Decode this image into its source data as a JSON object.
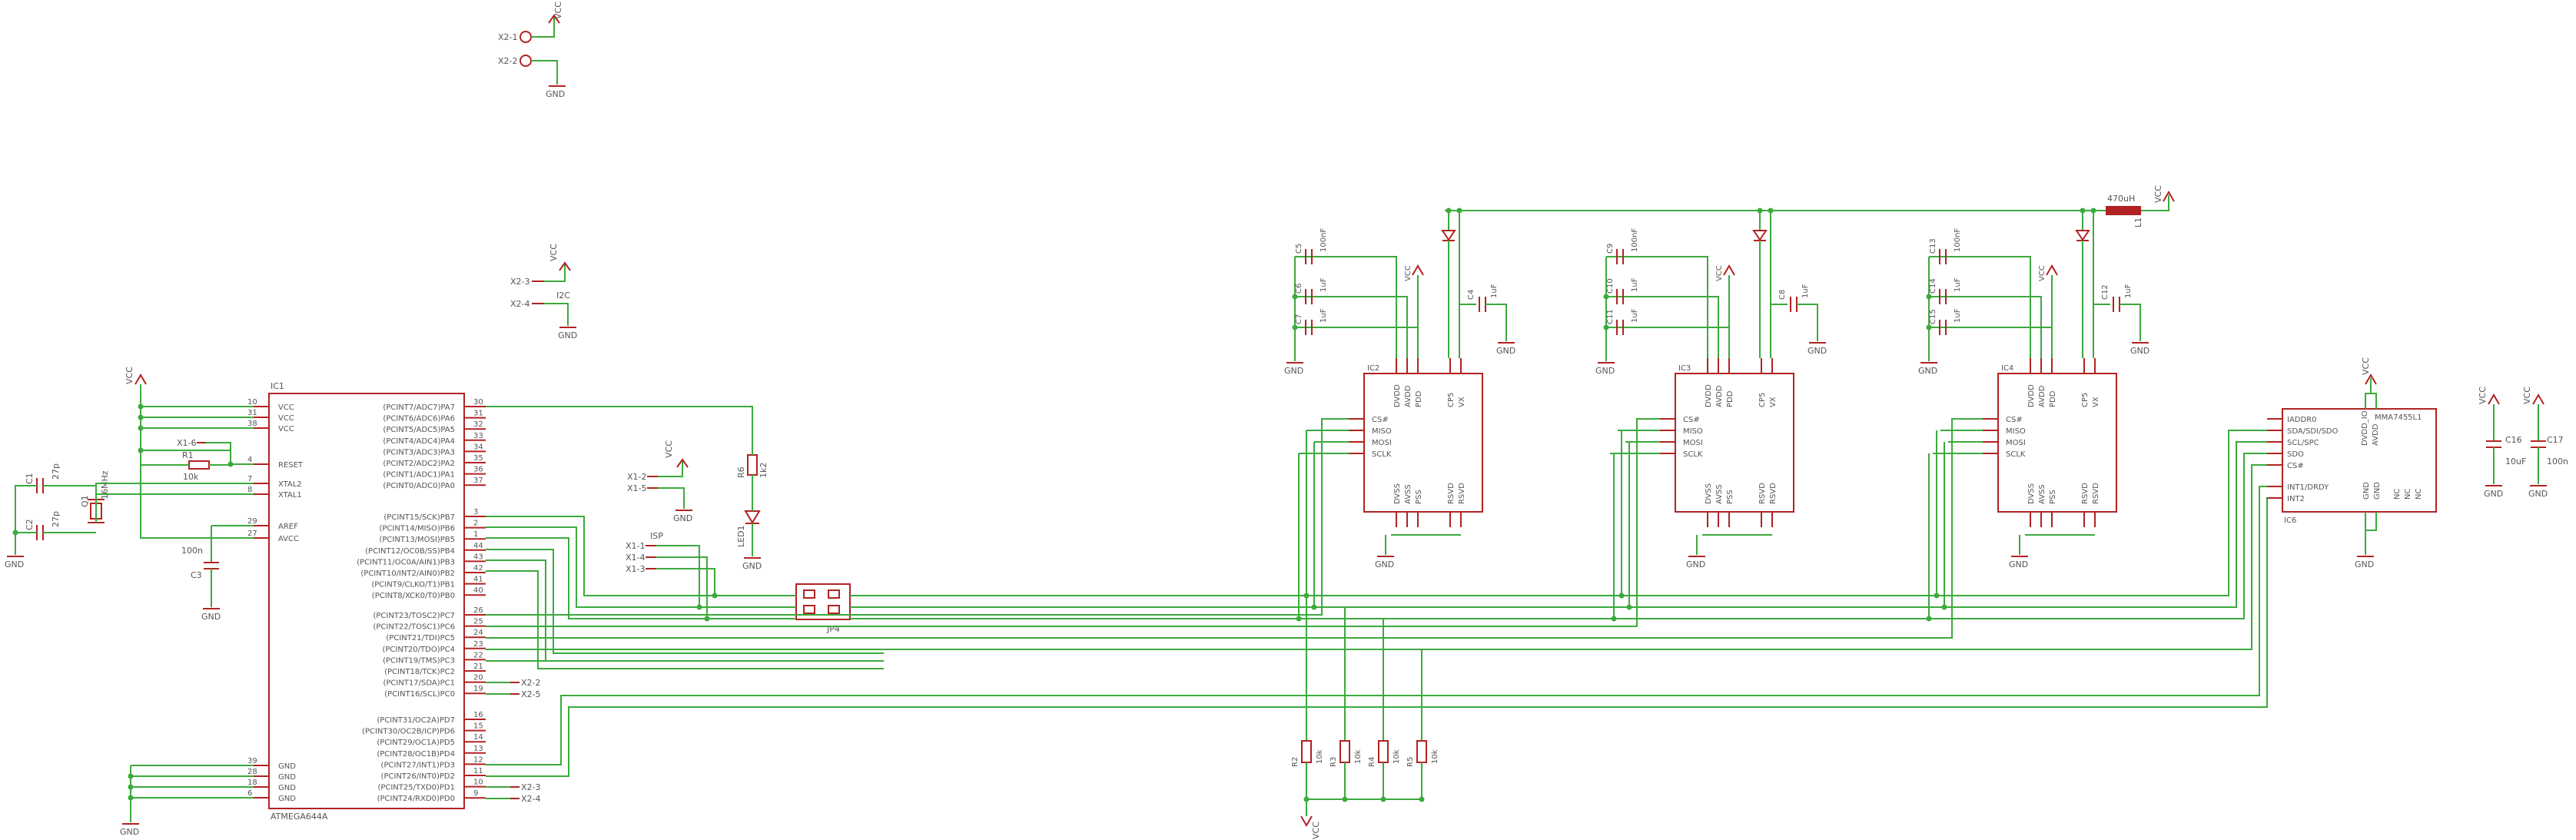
{
  "schematic": {
    "mcu": {
      "ref": "IC1",
      "part": "ATMEGA644A",
      "left_pins": [
        {
          "name": "VCC",
          "num": "10"
        },
        {
          "name": "VCC",
          "num": "31"
        },
        {
          "name": "VCC",
          "num": "38"
        },
        {
          "name": "RESET",
          "num": "4"
        },
        {
          "name": "XTAL2",
          "num": "7"
        },
        {
          "name": "XTAL1",
          "num": "8"
        },
        {
          "name": "AREF",
          "num": "29"
        },
        {
          "name": "AVCC",
          "num": "27"
        },
        {
          "name": "GND",
          "num": "39"
        },
        {
          "name": "GND",
          "num": "28"
        },
        {
          "name": "GND",
          "num": "18"
        },
        {
          "name": "GND",
          "num": "6"
        }
      ],
      "right_pins": [
        {
          "name": "(PCINT7/ADC7)PA7",
          "num": "30"
        },
        {
          "name": "(PCINT6/ADC6)PA6",
          "num": "31"
        },
        {
          "name": "(PCINT5/ADC5)PA5",
          "num": "32"
        },
        {
          "name": "(PCINT4/ADC4)PA4",
          "num": "33"
        },
        {
          "name": "(PCINT3/ADC3)PA3",
          "num": "34"
        },
        {
          "name": "(PCINT2/ADC2)PA2",
          "num": "35"
        },
        {
          "name": "(PCINT1/ADC1)PA1",
          "num": "36"
        },
        {
          "name": "(PCINT0/ADC0)PA0",
          "num": "37"
        },
        {
          "name": "(PCINT15/SCK)PB7",
          "num": "3"
        },
        {
          "name": "(PCINT14/MISO)PB6",
          "num": "2"
        },
        {
          "name": "(PCINT13/MOSI)PB5",
          "num": "1"
        },
        {
          "name": "(PCINT12/OC0B/SS)PB4",
          "num": "44"
        },
        {
          "name": "(PCINT11/OC0A/AIN1)PB3",
          "num": "43"
        },
        {
          "name": "(PCINT10/INT2/AIN0)PB2",
          "num": "42"
        },
        {
          "name": "(PCINT9/CLKO/T1)PB1",
          "num": "41"
        },
        {
          "name": "(PCINT8/XCK0/T0)PB0",
          "num": "40"
        },
        {
          "name": "(PCINT23/TOSC2)PC7",
          "num": "26"
        },
        {
          "name": "(PCINT22/TOSC1)PC6",
          "num": "25"
        },
        {
          "name": "(PCINT21/TDI)PC5",
          "num": "24"
        },
        {
          "name": "(PCINT20/TDO)PC4",
          "num": "23"
        },
        {
          "name": "(PCINT19/TMS)PC3",
          "num": "22"
        },
        {
          "name": "(PCINT18/TCK)PC2",
          "num": "21"
        },
        {
          "name": "(PCINT17/SDA)PC1",
          "num": "20"
        },
        {
          "name": "(PCINT16/SCL)PC0",
          "num": "19"
        },
        {
          "name": "(PCINT31/OC2A)PD7",
          "num": "16"
        },
        {
          "name": "(PCINT30/OC2B/ICP)PD6",
          "num": "15"
        },
        {
          "name": "(PCINT29/OC1A)PD5",
          "num": "14"
        },
        {
          "name": "(PCINT28/OC1B)PD4",
          "num": "13"
        },
        {
          "name": "(PCINT27/INT1)PD3",
          "num": "12"
        },
        {
          "name": "(PCINT26/INT0)PD2",
          "num": "11"
        },
        {
          "name": "(PCINT25/TXD0)PD1",
          "num": "10"
        },
        {
          "name": "(PCINT24/RXD0)PD0",
          "num": "9"
        }
      ],
      "net_labels": [
        "X2-2",
        "X2-5",
        "X2-3",
        "X2-4"
      ]
    },
    "left_parts": {
      "vcc": "VCC",
      "gnd": "GND",
      "c1": "C1",
      "c1_val": "27p",
      "c2": "C2",
      "c2_val": "27p",
      "q1": "Q1",
      "q1_val": "16MHz",
      "r1": "R1",
      "r1_val": "10k",
      "c3": "C3",
      "c3_val": "100n",
      "x1_6": "X1-6"
    },
    "top_conn": {
      "x2_1": "X2-1",
      "x2_2": "X2-2",
      "vcc": "VCC",
      "gnd": "GND"
    },
    "i2c": {
      "x2_3": "X2-3",
      "x2_4": "X2-4",
      "label": "I2C",
      "vcc": "VCC",
      "gnd": "GND"
    },
    "led": {
      "x1_2": "X1-2",
      "x1_5": "X1-5",
      "r": "R6",
      "r_val": "1k2",
      "led": "LED1",
      "vcc": "VCC",
      "gnd": "GND"
    },
    "isp": {
      "label": "ISP",
      "x1_1": "X1-1",
      "x1_4": "X1-4",
      "x1_3": "X1-3",
      "jp": "JP4"
    },
    "gyros": [
      {
        "ref": "IC2",
        "c_top": "C5",
        "c_top_val": "100nF",
        "c_mid": "C6",
        "c_mid_val": "1uF",
        "c_bot": "C7",
        "c_bot_val": "1uF",
        "c_side": "C4",
        "c_side_val": "1uF"
      },
      {
        "ref": "IC3",
        "c_top": "C9",
        "c_top_val": "100nF",
        "c_mid": "C10",
        "c_mid_val": "1uF",
        "c_bot": "C11",
        "c_bot_val": "1uF",
        "c_side": "C8",
        "c_side_val": "1uF"
      },
      {
        "ref": "IC4",
        "c_top": "C13",
        "c_top_val": "100nF",
        "c_mid": "C14",
        "c_mid_val": "1uF",
        "c_bot": "C15",
        "c_bot_val": "1uF",
        "c_side": "C12",
        "c_side_val": "1uF"
      }
    ],
    "gyro_pins": {
      "left": [
        "CS#",
        "MISO",
        "MOSI",
        "SCLK"
      ],
      "top": [
        "DVDD",
        "AVDD",
        "PDD",
        "CP5",
        "VX"
      ],
      "bottom": [
        "DVSS",
        "AVSS",
        "PSS",
        "RSVD",
        "RSVD"
      ]
    },
    "inductor": {
      "val": "470uH",
      "ref": "L1",
      "vcc": "VCC"
    },
    "accel": {
      "ref": "IC6",
      "part": "MMA7455L1",
      "left_pins": [
        "IADDR0",
        "SDA/SDI/SDO",
        "SCL/SPC",
        "SDO",
        "CS#",
        "INT1/DRDY",
        "INT2"
      ],
      "top_pins": [
        "DVDD_IO",
        "AVDD"
      ],
      "bottom_pins": [
        "GND",
        "GND",
        "NC",
        "NC",
        "NC"
      ],
      "vcc": "VCC",
      "gnd": "GND"
    },
    "caps_right": {
      "c16": "C16",
      "c16_val": "10uF",
      "c17": "C17",
      "c17_val": "100n",
      "vcc": "VCC",
      "gnd": "GND"
    },
    "pullups": {
      "r": [
        "R2",
        "R3",
        "R4",
        "R5"
      ],
      "val": "10k",
      "vcc": "VCC"
    },
    "gnd": "GND"
  }
}
